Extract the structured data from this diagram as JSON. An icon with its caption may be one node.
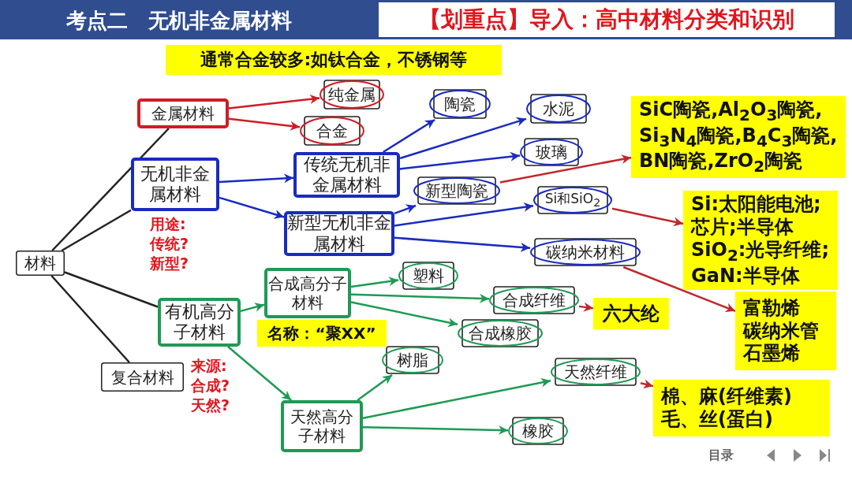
{
  "diagram": {
    "title": "考点二　无机非金属材料",
    "nodes": [
      {
        "text": [
          "材料"
        ]
      },
      {
        "text": [
          "金属材料"
        ]
      },
      {
        "text": [
          "无机非金属材料"
        ]
      },
      {
        "text": [
          "有机高分子材料"
        ]
      },
      {
        "text": [
          "复合材料"
        ]
      },
      {
        "text": [
          "纯金属"
        ]
      },
      {
        "text": [
          "合金"
        ]
      },
      {
        "text": [
          "传统无机非金属材料"
        ]
      },
      {
        "text": [
          "新型无机非金属材料"
        ]
      },
      {
        "text": [
          "陶瓷"
        ]
      },
      {
        "text": [
          "水泥"
        ]
      },
      {
        "text": [
          "玻璃"
        ]
      },
      {
        "text": [
          "新型陶瓷"
        ]
      },
      {
        "text": [
          "Si和SiO$_{2}$"
        ]
      },
      {
        "text": [
          "碳纳米材料"
        ]
      },
      {
        "text": [
          "SiC陶瓷,Al$_{2}$O$_{3}$陶瓷, Si$_{3}$N$_{4}$陶瓷,B$_{4}$C$_{3}$陶瓷, BN陶瓷,ZrO$_{2}$陶瓷"
        ]
      },
      {
        "text": [
          "Si:太阳能电池;芯片;半导体",
          "SiO$_{2}$:光导纤维;",
          "GaN:半导体"
        ]
      },
      {
        "text": [
          "富勒烯",
          "碳纳米管",
          "石墨烯"
        ]
      },
      {
        "text": [
          "合成高分子材料"
        ]
      },
      {
        "text": [
          "塑料"
        ]
      },
      {
        "text": [
          "合成纤维"
        ]
      },
      {
        "text": [
          "六大纶"
        ]
      },
      {
        "text": [
          "合成橡胶"
        ]
      },
      {
        "text": [
          "树脂"
        ]
      },
      {
        "text": [
          "天然高分子材料"
        ]
      },
      {
        "text": [
          "天然纤维"
        ]
      },
      {
        "text": [
          "棉、麻(纤维素)",
          "毛、丝(蛋白)"
        ]
      },
      {
        "text": [
          "橡胶"
        ]
      },
      {
        "text": [
          "通常合金较多:如钛合金，不锈钢等"
        ]
      },
      {
        "text": [
          "名称：“聚XX”"
        ]
      }
    ],
    "edges": [
      {
        "from": 0,
        "to": 1,
        "arrow": "none",
        "color": "#222222"
      },
      {
        "from": 0,
        "to": 2,
        "arrow": "none",
        "color": "#222222"
      },
      {
        "from": 0,
        "to": 3,
        "arrow": "none",
        "color": "#222222"
      },
      {
        "from": 0,
        "to": 4,
        "arrow": "none",
        "color": "#222222"
      },
      {
        "from": 1,
        "to": 5,
        "arrow": "to",
        "color": "#d01c24"
      },
      {
        "from": 1,
        "to": 6,
        "arrow": "to",
        "color": "#d01c24"
      },
      {
        "from": 2,
        "to": 7,
        "arrow": "to",
        "color": "#1a2bbf"
      },
      {
        "from": 2,
        "to": 8,
        "arrow": "to",
        "color": "#1a2bbf"
      },
      {
        "from": 7,
        "to": 9,
        "arrow": "to",
        "color": "#1a2bbf"
      },
      {
        "from": 7,
        "to": 10,
        "arrow": "to",
        "color": "#1a2bbf"
      },
      {
        "from": 7,
        "to": 11,
        "arrow": "to",
        "color": "#1a2bbf"
      },
      {
        "from": 8,
        "to": 12,
        "arrow": "to",
        "color": "#1a2bbf"
      },
      {
        "from": 8,
        "to": 13,
        "arrow": "to",
        "color": "#1a2bbf"
      },
      {
        "from": 8,
        "to": 14,
        "arrow": "to",
        "color": "#1a2bbf"
      },
      {
        "from": 12,
        "to": 15,
        "arrow": "to",
        "color": "#c0282d"
      },
      {
        "from": 13,
        "to": 16,
        "arrow": "to",
        "color": "#c0282d"
      },
      {
        "from": 14,
        "to": 17,
        "arrow": "to",
        "color": "#c0282d"
      },
      {
        "from": 3,
        "to": 18,
        "arrow": "to",
        "color": "#1e9a55"
      },
      {
        "from": 3,
        "to": 24,
        "arrow": "to",
        "color": "#1e9a55"
      },
      {
        "from": 18,
        "to": 19,
        "arrow": "to",
        "color": "#1e9a55"
      },
      {
        "from": 18,
        "to": 20,
        "arrow": "to",
        "color": "#1e9a55"
      },
      {
        "from": 18,
        "to": 22,
        "arrow": "to",
        "color": "#1e9a55"
      },
      {
        "from": 20,
        "to": 21,
        "arrow": "to",
        "color": "#c0282d"
      },
      {
        "from": 24,
        "to": 23,
        "arrow": "to",
        "color": "#1e9a55"
      },
      {
        "from": 24,
        "to": 25,
        "arrow": "to",
        "color": "#1e9a55"
      },
      {
        "from": 24,
        "to": 27,
        "arrow": "to",
        "color": "#1e9a55"
      },
      {
        "from": 25,
        "to": 26,
        "arrow": "to",
        "color": "#c0282d"
      }
    ],
    "labels": [
      "【划重点】导入：高中材料分类和识别",
      "用途: 传统? 新型?",
      "来源: 合成? 天然?",
      "目录"
    ]
  }
}
